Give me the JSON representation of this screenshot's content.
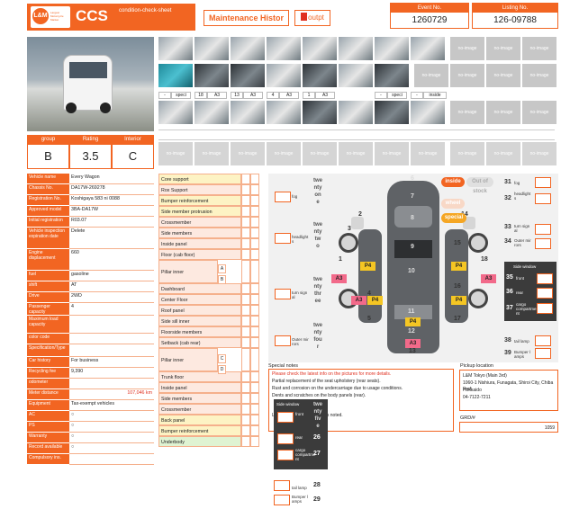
{
  "header": {
    "logo_mark": "L&M",
    "logo_caption": "Largest Motorcycle Market",
    "app_title": "CCS",
    "app_subtitle": "condition-check-sheet",
    "maintenance_button": "Maintenance Histor",
    "output_button": "outpt",
    "event_no_label": "Event No.",
    "event_no": "1260729",
    "listing_no_label": "Listing No.",
    "listing_no": "126-09788"
  },
  "photos": {
    "no_image": "no-image",
    "captions": [
      "-",
      "speci",
      "18",
      "A3",
      "13",
      "A3",
      "4",
      "A3",
      "1",
      "A3",
      "-",
      "speci",
      "-",
      "inside"
    ]
  },
  "grade": {
    "group_label": "group",
    "group": "B",
    "rating_label": "Rating",
    "rating": "3.5",
    "interior_label": "Interior",
    "interior": "C"
  },
  "vehicle": [
    {
      "label": "Vehicle name",
      "value": "Every Wagon"
    },
    {
      "label": "Chassis No.",
      "value": "DA17W-269278"
    },
    {
      "label": "Registration No.",
      "value": "Koshigaya 583 ni 0088"
    },
    {
      "label": "Approved model",
      "value": "3BA-DA17W"
    },
    {
      "label": "Initial registration",
      "value": "R03.07"
    },
    {
      "label": "Vehicle inspection expiration date",
      "value": "Delete"
    },
    {
      "label": "Engine displacement",
      "value": "660"
    },
    {
      "label": "fuel",
      "value": "gasoline"
    },
    {
      "label": "shift",
      "value": "AT"
    },
    {
      "label": "Drive",
      "value": "2WD"
    },
    {
      "label": "Passenger capacity",
      "value": "4"
    },
    {
      "label": "Maximum load capacity",
      "value": ""
    },
    {
      "label": "color code",
      "value": ""
    },
    {
      "label": "Specification/Type",
      "value": ""
    },
    {
      "label": "Car history",
      "value": "For business"
    },
    {
      "label": "Recycling fee",
      "value": "9,390"
    },
    {
      "label": "odometer",
      "value": ""
    },
    {
      "label": "Meter distance",
      "value": "107,046 km"
    },
    {
      "label": "Equipment",
      "value": "Tax-exempt vehicles"
    },
    {
      "label": "AC",
      "value": "○"
    },
    {
      "label": "PS",
      "value": "○"
    },
    {
      "label": "Warranty",
      "value": "○"
    },
    {
      "label": "Record available",
      "value": "○"
    },
    {
      "label": "Compulsory ins.",
      "value": ""
    }
  ],
  "checklist": {
    "items": [
      {
        "label": "Core support",
        "tone": "yel"
      },
      {
        "label": "Rox Support",
        "tone": "pink"
      },
      {
        "label": "Bumper reinforcement",
        "tone": "yel"
      },
      {
        "label": "Side member protrusion",
        "tone": "yel"
      },
      {
        "label": "Crossmember",
        "tone": "pink"
      },
      {
        "label": "Side members",
        "tone": "pink"
      },
      {
        "label": "Inside panel",
        "tone": "pink"
      },
      {
        "label": "Floor (cab floor)",
        "tone": "pink"
      },
      {
        "label": "Pillar inner",
        "tone": "pink"
      },
      {
        "label": "Dashboard",
        "tone": "pink"
      },
      {
        "label": "Center Floor",
        "tone": "pink"
      },
      {
        "label": "Roof panel",
        "tone": "pink"
      },
      {
        "label": "Side sill inner",
        "tone": "pink"
      },
      {
        "label": "Floorside members",
        "tone": "pink"
      },
      {
        "label": "Setback (cab rear)",
        "tone": "pink"
      },
      {
        "label": "Pillar inner",
        "tone": "pink"
      },
      {
        "label": "Trunk floor",
        "tone": "pink"
      },
      {
        "label": "Inside panel",
        "tone": "pink"
      },
      {
        "label": "Side members",
        "tone": "pink"
      },
      {
        "label": "Crossmember",
        "tone": "pink"
      },
      {
        "label": "Back panel",
        "tone": "yel"
      },
      {
        "label": "Bumper reinforcement",
        "tone": "yel"
      },
      {
        "label": "Underbody",
        "tone": "grn"
      }
    ],
    "a": "A",
    "b": "B",
    "c": "C",
    "d": "D"
  },
  "diagram": {
    "left_labels": [
      "fog",
      "headlight s",
      "turn sign al",
      "Outer mir rors"
    ],
    "left_words": [
      "twentyone",
      "twentytwo",
      "twentythree",
      "twentyfour"
    ],
    "right_labels": [
      "fog",
      "headlight s",
      "turn sign al",
      "Outer mir rors",
      "tail lamp",
      "Bumper l amps"
    ],
    "right_nums": [
      "31",
      "32",
      "33",
      "34",
      "38",
      "39"
    ],
    "window_title": "Side window",
    "window_labels": [
      "front",
      "rear",
      "cargo compartme nt"
    ],
    "window_nums": [
      "35",
      "36",
      "37"
    ],
    "legend": [
      "inside",
      "Out of stock"
    ],
    "legend_lower": [
      "wheel",
      "special"
    ],
    "zones": [
      "1",
      "2",
      "3",
      "4",
      "5",
      "6",
      "7",
      "8",
      "9",
      "10",
      "11",
      "12",
      "13",
      "14",
      "15",
      "16",
      "17",
      "18"
    ],
    "tags": {
      "p4": "P4",
      "a3": "A3"
    }
  },
  "special_notes": {
    "title": "Special notes",
    "red_line": "Please check the latest info on the pictures for more details.",
    "lines": [
      "Partial replacement of the seat upholstery (rear seats).",
      "Rust and corrosion on the undercarriage due to usage conditions.",
      "Dents and scratches on the body panels (rear).",
      "Light front bumper scratches noted."
    ]
  },
  "lower": {
    "window_title": "Side window",
    "twenty_five": "twentyfive",
    "labels": [
      "front",
      "rear",
      "cargo compartme nt",
      "tail lamp",
      "Bumper l amps"
    ],
    "nums": [
      "26",
      "27",
      "28",
      "29"
    ]
  },
  "pickup": {
    "title": "Pickup location",
    "lines": [
      "L&M Tokyo (Main 3rd)",
      "1060-1 Nishiura, Funagata, Shiroi City, Chiba Pref.",
      "Hokkaido",
      "04-7122-7211"
    ]
  },
  "grade_code": {
    "label": "GRD/#",
    "value": "1059"
  }
}
